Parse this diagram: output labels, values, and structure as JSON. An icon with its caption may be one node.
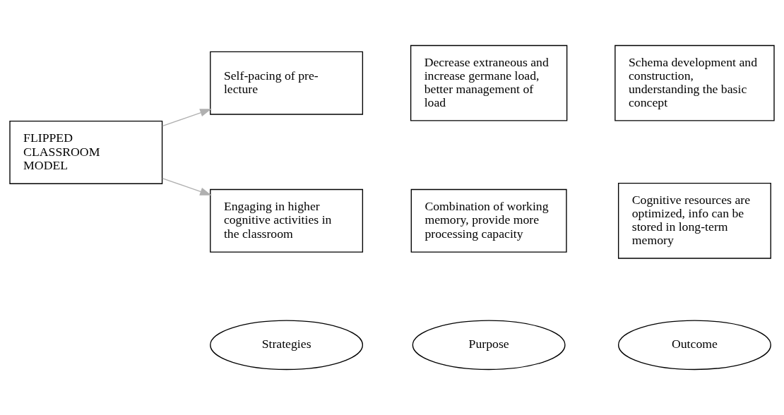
{
  "diagram": {
    "nodes": [
      {
        "text": [
          "Strategies"
        ]
      },
      {
        "text": [
          "Purpose"
        ]
      },
      {
        "text": [
          "Outcome"
        ]
      },
      {
        "text": [
          "Self-pacing of pre-lecture"
        ]
      },
      {
        "text": [
          "Decrease extraneous and increase germane load, better management of load"
        ]
      },
      {
        "text": [
          "Schema development and construction, understanding the basic concept"
        ]
      },
      {
        "text": [
          "FLIPPED CLASSROOM MODEL"
        ]
      },
      {
        "text": [
          "Engaging in higher cognitive activities in the classroom"
        ]
      },
      {
        "text": [
          "Combination of working memory, provide more processing capacity"
        ]
      },
      {
        "text": [
          "Cognitive resources are optimized, info can be stored in long-term memory"
        ]
      }
    ],
    "edges": [
      {
        "from": 6,
        "to": 3,
        "arrow": "to"
      },
      {
        "from": 6,
        "to": 7,
        "arrow": "to"
      }
    ]
  }
}
